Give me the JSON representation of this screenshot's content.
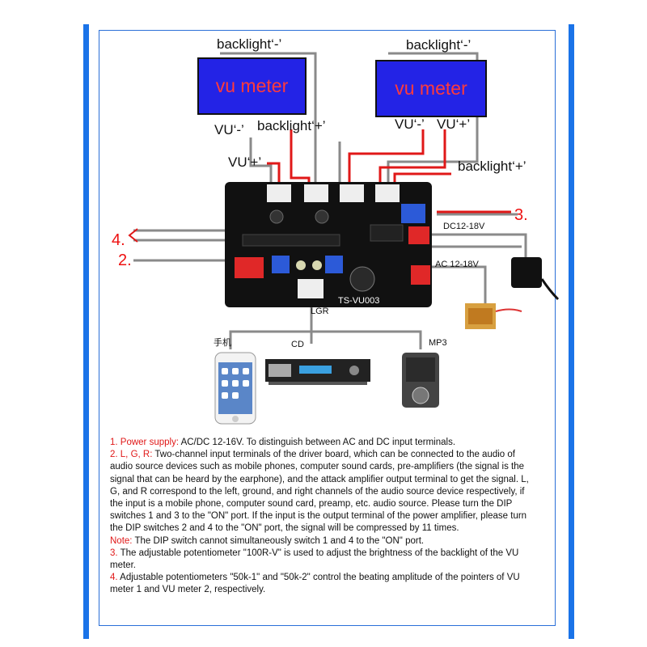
{
  "diagram": {
    "meters": [
      {
        "label": "vu meter",
        "top_label": "backlight‘-’"
      },
      {
        "label": "vu meter",
        "top_label": "backlight‘-’"
      }
    ],
    "wire_labels": {
      "vu1_minus": "VU‘-’",
      "vu1_backlight_plus": "backlight‘+’",
      "vu1_plus": "VU‘+’",
      "vu2_minus": "VU‘-’",
      "vu2_plus": "VU‘+’",
      "vu2_backlight_plus": "backlight‘+’"
    },
    "numbers": {
      "n3": "3.",
      "n4": "4.",
      "n2": "2."
    },
    "power_labels": {
      "dc": "DC12-18V",
      "ac": "AC 12-18V"
    },
    "board_model": "TS-VU003",
    "input_label": "LGR",
    "devices": {
      "phone": "手机",
      "cd": "CD",
      "mp3": "MP3"
    }
  },
  "description": {
    "p1_label": "1. Power supply:",
    "p1_text": " AC/DC 12-16V. To distinguish between AC and DC input terminals.",
    "p2_label": "2. L, G, R:",
    "p2_text": " Two-channel input terminals of the driver board, which can be connected to the audio of audio source devices such as mobile phones, computer sound cards, pre-amplifiers (the signal is the signal that can be heard by the earphone), and the attack amplifier output terminal to get the signal. L, G, and R correspond to the left, ground, and right channels of the audio source device respectively, if the input is a mobile phone, computer sound card, preamp, etc. audio source. Please turn the DIP switches 1 and 3 to the \"ON\" port. If the input is the output terminal of the power amplifier, please turn the DIP switches 2 and 4 to the \"ON\" port, the signal will be compressed by 11 times.",
    "note_label": "Note:",
    "note_text": " The DIP switch cannot simultaneously switch 1 and 4 to the \"ON\" port.",
    "p3_label": "3.",
    "p3_text": " The adjustable potentiometer \"100R-V\" is used to adjust the brightness of the backlight of the VU meter.",
    "p4_label": "4.",
    "p4_text": " Adjustable potentiometers \"50k-1\" and \"50k-2\" control the beating amplitude of the pointers of VU meter 1 and VU meter 2, respectively."
  }
}
